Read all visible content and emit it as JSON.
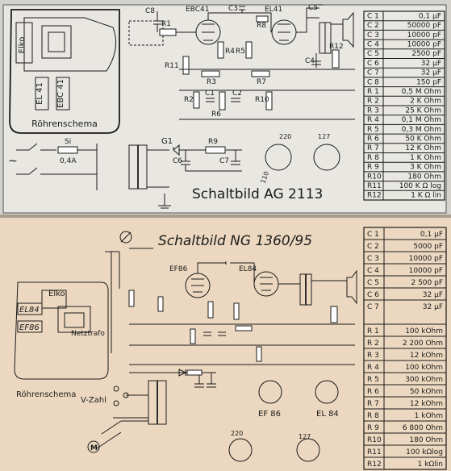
{
  "ag2113": {
    "title": "Schaltbild AG 2113",
    "layout_caption": "Röhrenschema",
    "layout_labels": [
      "Elko",
      "EL 41",
      "EBC 41"
    ],
    "tube_labels": [
      "EBC41",
      "EL41"
    ],
    "fuse_label": "Si",
    "fuse_rating": "0,4A",
    "rectifier_label": "G1",
    "mains_symbol": "~",
    "socket_labels": [
      "110",
      "220",
      "127"
    ],
    "schematic_labels": [
      "C8",
      "R1",
      "C3",
      "R8",
      "C5",
      "R11",
      "R4",
      "R5",
      "C4",
      "R12",
      "R3",
      "R7",
      "R2",
      "C1",
      "R6",
      "C2",
      "R10",
      "R9",
      "C6",
      "C7"
    ],
    "parts": [
      {
        "ref": "C 1",
        "value": "0,1 µF"
      },
      {
        "ref": "C 2",
        "value": "50000 pF"
      },
      {
        "ref": "C 3",
        "value": "10000 pF"
      },
      {
        "ref": "C 4",
        "value": "10000 pF"
      },
      {
        "ref": "C 5",
        "value": "2500 pF"
      },
      {
        "ref": "C 6",
        "value": "32 µF"
      },
      {
        "ref": "C 7",
        "value": "32 µF"
      },
      {
        "ref": "C 8",
        "value": "150 pF"
      },
      {
        "ref": "R 1",
        "value": "0,5 M Ohm"
      },
      {
        "ref": "R 2",
        "value": "2 K Ohm"
      },
      {
        "ref": "R 3",
        "value": "25 K Ohm"
      },
      {
        "ref": "R 4",
        "value": "0,1 M Ohm"
      },
      {
        "ref": "R 5",
        "value": "0,3 M Ohm"
      },
      {
        "ref": "R 6",
        "value": "50 K Ohm"
      },
      {
        "ref": "R 7",
        "value": "12 K Ohm"
      },
      {
        "ref": "R 8",
        "value": "1 K Ohm"
      },
      {
        "ref": "R 9",
        "value": "3 K Ohm"
      },
      {
        "ref": "R10",
        "value": "180 Ohm"
      },
      {
        "ref": "R11",
        "value": "100 K Ω log"
      },
      {
        "ref": "R12",
        "value": "1 K Ω lin"
      }
    ]
  },
  "ng1360": {
    "title": "Schaltbild NG 1360/95",
    "layout_caption": "Röhrenschema",
    "layout_labels": [
      "Elko",
      "EL84",
      "EF86",
      "Netztrafo"
    ],
    "tube_labels": [
      "EF86",
      "EL84"
    ],
    "vzahl_label": "V-Zahl",
    "socket_labels": [
      "EF 86",
      "EL 84"
    ],
    "voltage_labels": [
      "220",
      "127"
    ],
    "meter_symbol": "M",
    "parts": [
      {
        "ref": "C 1",
        "value": "0,1 µF"
      },
      {
        "ref": "C 2",
        "value": "5000 pF"
      },
      {
        "ref": "C 3",
        "value": "10000 pF"
      },
      {
        "ref": "C 4",
        "value": "10000 pF"
      },
      {
        "ref": "C 5",
        "value": "2 500 pF"
      },
      {
        "ref": "C 6",
        "value": "32 µF"
      },
      {
        "ref": "C 7",
        "value": "32 µF"
      },
      {
        "ref": "R 1",
        "value": "100 kOhm"
      },
      {
        "ref": "R 2",
        "value": "2 200 Ohm"
      },
      {
        "ref": "R 3",
        "value": "12 kOhm"
      },
      {
        "ref": "R 4",
        "value": "100 kOhm"
      },
      {
        "ref": "R 5",
        "value": "300 kOhm"
      },
      {
        "ref": "R 6",
        "value": "50 kOhm"
      },
      {
        "ref": "R 7",
        "value": "12 kOhm"
      },
      {
        "ref": "R 8",
        "value": "1 kOhm"
      },
      {
        "ref": "R 9",
        "value": "6 800 Ohm"
      },
      {
        "ref": "R10",
        "value": "180 Ohm"
      },
      {
        "ref": "R11",
        "value": "100 kΩlog"
      },
      {
        "ref": "R12",
        "value": "1 kΩlin"
      }
    ]
  }
}
